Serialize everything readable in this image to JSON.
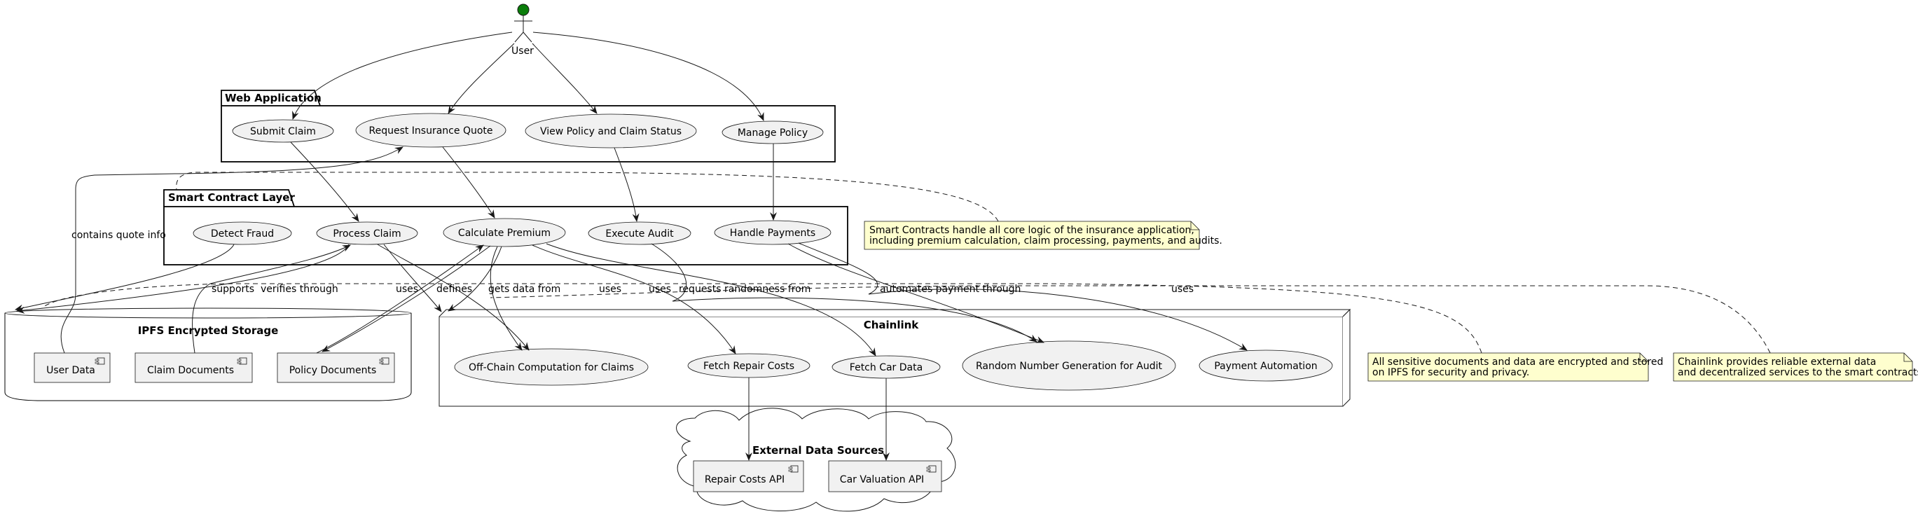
{
  "actor": {
    "label": "User",
    "color": "#0a7d0a"
  },
  "packages": {
    "web": {
      "title": "Web Application"
    },
    "smart": {
      "title": "Smart Contract Layer"
    },
    "ipfs": {
      "title": "IPFS Encrypted Storage"
    },
    "chainlink": {
      "title": "Chainlink"
    },
    "external": {
      "title": "External Data Sources"
    }
  },
  "usecases": {
    "submit_claim": "Submit Claim",
    "request_quote": "Request Insurance Quote",
    "view_status": "View Policy and Claim Status",
    "manage_policy": "Manage Policy",
    "detect_fraud": "Detect Fraud",
    "process_claim": "Process Claim",
    "calculate_premium": "Calculate Premium",
    "execute_audit": "Execute Audit",
    "handle_payments": "Handle Payments",
    "offchain": "Off-Chain Computation for Claims",
    "fetch_repair": "Fetch Repair Costs",
    "fetch_car": "Fetch Car Data",
    "random_audit": "Random Number Generation for Audit",
    "payment_automation": "Payment Automation"
  },
  "components": {
    "user_data": "User Data",
    "claim_documents": "Claim Documents",
    "policy_documents": "Policy Documents",
    "repair_api": "Repair Costs API",
    "car_api": "Car Valuation API"
  },
  "edge_labels": {
    "contains_quote": "contains quote info",
    "supports": "supports",
    "verifies": "verifies through",
    "uses1": "uses",
    "defines": "defines",
    "gets_data": "gets data from",
    "uses2": "uses",
    "uses3": "uses",
    "requests_random": "requests randomness from",
    "automates": "automates payment through",
    "uses4": "uses"
  },
  "notes": {
    "smart": [
      "Smart Contracts handle all core logic of the insurance application,",
      "including premium calculation, claim processing, payments, and audits."
    ],
    "ipfs": [
      "All sensitive documents and data are encrypted and stored",
      "on IPFS for security and privacy."
    ],
    "chainlink": [
      "Chainlink provides reliable external data",
      "and decentralized services to the smart contracts."
    ]
  },
  "colors": {
    "usecase_fill": "#f1f1f1",
    "note_fill": "#fefece",
    "line": "#181818"
  }
}
